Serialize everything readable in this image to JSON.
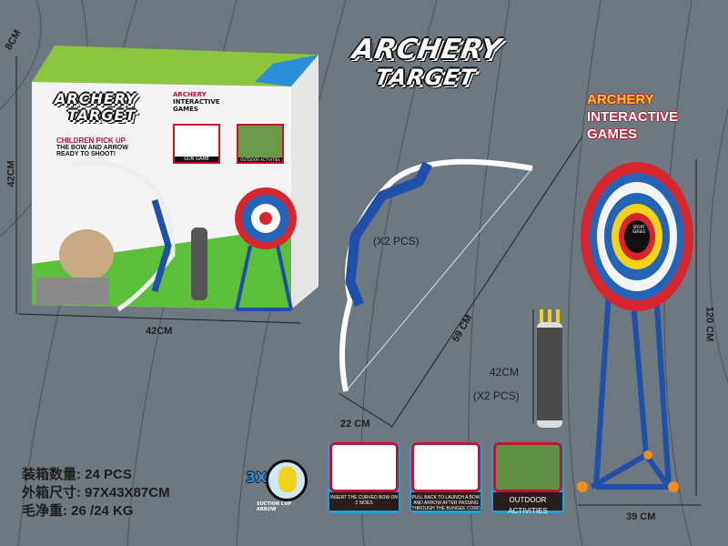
{
  "logo": {
    "line1": "ARCHERY",
    "line2": "TARGET"
  },
  "games_title": {
    "line1": "ARCHERY",
    "line2": "INTERACTIVE",
    "line3": "GAMES"
  },
  "box": {
    "logo1": "ARCHERY",
    "logo2": "TARGET",
    "slogan1": "CHILDREN PICK UP",
    "slogan2": "THE BOW AND ARROW",
    "slogan3": "READY TO SHOOT!",
    "games1": "ARCHERY",
    "games2": "INTERACTIVE",
    "games3": "GAMES",
    "card1": "GUN GAME",
    "card2": "OUTDOOR ACTIVITIES"
  },
  "dimensions": {
    "box_depth": "8CM",
    "box_height": "42CM",
    "box_width": "42CM",
    "bow_length": "59 CM",
    "bow_width": "22 CM",
    "bow_qty": "(X2 PCS)",
    "quiver_height": "42CM",
    "quiver_qty": "(X2 PCS)",
    "stand_height": "120 CM",
    "stand_width": "39 CM"
  },
  "quiver_label": "SPORT SERIES",
  "suction_badge": {
    "count": "3X",
    "label": "SUCTION CUP ARROW"
  },
  "packing_info": [
    {
      "label": "装箱数量:",
      "value": "24 PCS"
    },
    {
      "label": "外箱尺寸:",
      "value": "97X43X87CM"
    },
    {
      "label": "毛净重:",
      "value": "26 /24 KG"
    }
  ],
  "steps": [
    {
      "caption": "INSERT THE CURVED BOW ON 2 SIDES"
    },
    {
      "caption": "PULL BACK TO LAUNCH A BOW AND ARROW AFTER PASSING THROUGH THE BUNGEE CORD"
    },
    {
      "caption": "OUTDOOR ACTIVITIES"
    }
  ],
  "colors": {
    "background": "#6e7880",
    "accent_red": "#c4122f",
    "accent_blue": "#1f4fa8",
    "accent_yellow": "#f2d21a",
    "box_green": "#8cc63f"
  }
}
